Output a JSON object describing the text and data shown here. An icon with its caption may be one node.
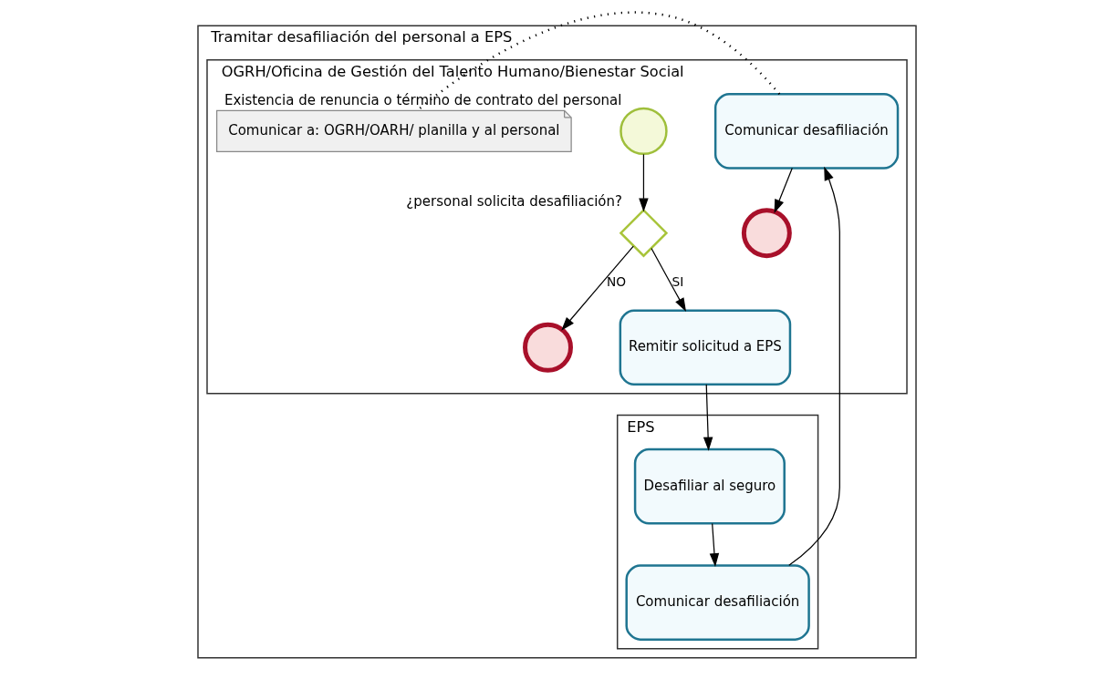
{
  "diagram": {
    "nodes": [
      {
        "text": [
          "Tramitar desafiliación del personal a EPS"
        ]
      },
      {
        "text": [
          "OGRH/Oficina de Gestión del Talento Humano/Bienestar Social"
        ],
        "in": 0
      },
      {
        "text": [
          "EPS"
        ],
        "in": 0
      },
      {
        "text": [],
        "shape": "circle",
        "in": 1,
        "beside": [
          "Existencia de renuncia o término de contrato del personal"
        ]
      },
      {
        "text": [],
        "shape": "diamond",
        "in": 1,
        "beside": [
          "¿personal solicita desafiliación?"
        ]
      },
      {
        "text": [],
        "shape": "circle",
        "in": 1
      },
      {
        "text": [
          "Remitir solicitud a EPS"
        ],
        "in": 1
      },
      {
        "text": [],
        "shape": "circle",
        "in": 1
      },
      {
        "text": [
          "Comunicar desafiliación"
        ],
        "in": 1
      },
      {
        "text": [
          "Comunicar a: OGRH/OARH/ planilla y al personal"
        ],
        "in": 1
      },
      {
        "text": [
          "Desafiliar al seguro"
        ],
        "in": 2
      },
      {
        "text": [
          "Comunicar desafiliación"
        ],
        "in": 2
      }
    ],
    "edges": [
      {
        "from": 3,
        "to": 4,
        "arrow": "to"
      },
      {
        "from": 4,
        "to": 5,
        "arrow": "to",
        "label": "NO"
      },
      {
        "from": 4,
        "to": 6,
        "arrow": "to",
        "label": "SI"
      },
      {
        "from": 6,
        "to": 10,
        "arrow": "to"
      },
      {
        "from": 10,
        "to": 11,
        "arrow": "to"
      },
      {
        "from": 11,
        "to": 8,
        "arrow": "to"
      },
      {
        "from": 8,
        "to": 7,
        "arrow": "to"
      },
      {
        "from": 8,
        "to": 9,
        "arrow": "none",
        "style": "dashed"
      }
    ]
  }
}
